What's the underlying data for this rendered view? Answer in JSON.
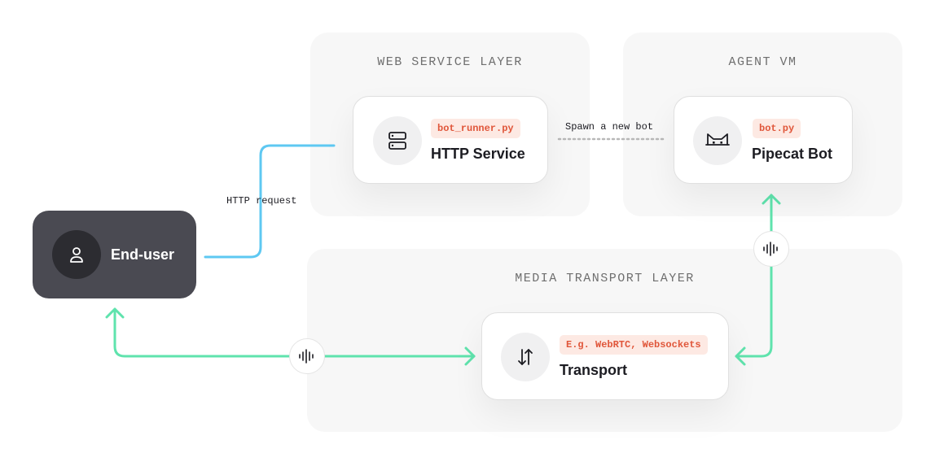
{
  "layers": {
    "web_service": {
      "title": "WEB SERVICE LAYER"
    },
    "agent_vm": {
      "title": "AGENT VM"
    },
    "media_transport": {
      "title": "MEDIA TRANSPORT LAYER"
    }
  },
  "nodes": {
    "http_service": {
      "tag": "bot_runner.py",
      "title": "HTTP Service",
      "icon": "server-icon"
    },
    "pipecat_bot": {
      "tag": "bot.py",
      "title": "Pipecat Bot",
      "icon": "pipecat-logo-icon"
    },
    "transport": {
      "tag": "E.g. WebRTC, Websockets",
      "title": "Transport",
      "icon": "arrows-up-down-icon"
    },
    "end_user": {
      "title": "End-user",
      "icon": "user-icon"
    }
  },
  "edges": {
    "http_request": {
      "label": "HTTP request"
    },
    "spawn": {
      "label": "Spawn a new bot"
    }
  },
  "colors": {
    "http_line": "#5ec8f2",
    "media_line": "#5fe3ad",
    "tag_bg": "#fde9e3",
    "tag_text": "#e0563a"
  }
}
